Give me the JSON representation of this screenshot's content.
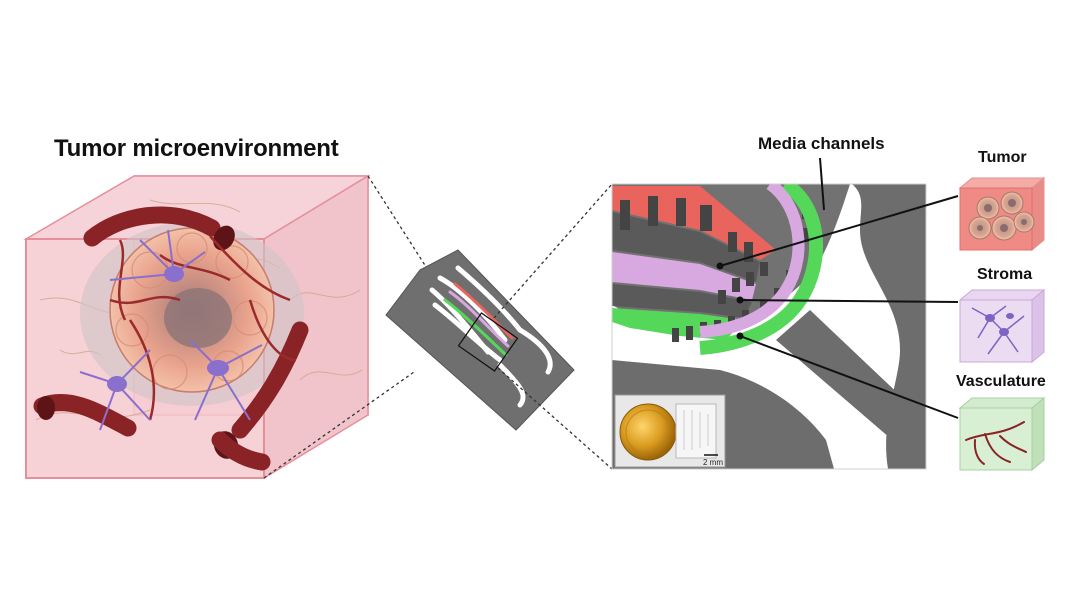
{
  "figure": {
    "title": "Tumor microenvironment",
    "callouts": {
      "media_channels": "Media channels",
      "tumor": "Tumor",
      "stroma": "Stroma",
      "vasculature": "Vasculature"
    },
    "inset": {
      "scale_bar": "2 mm"
    },
    "colors": {
      "tumor": "#e8645c",
      "stroma": "#d7a9e0",
      "vasculature": "#55d85a",
      "device": "#6f6f6f",
      "vessel": "#9b2a2c",
      "cell": "#8a6fcc",
      "cube_edge": "#e58f9b"
    }
  }
}
